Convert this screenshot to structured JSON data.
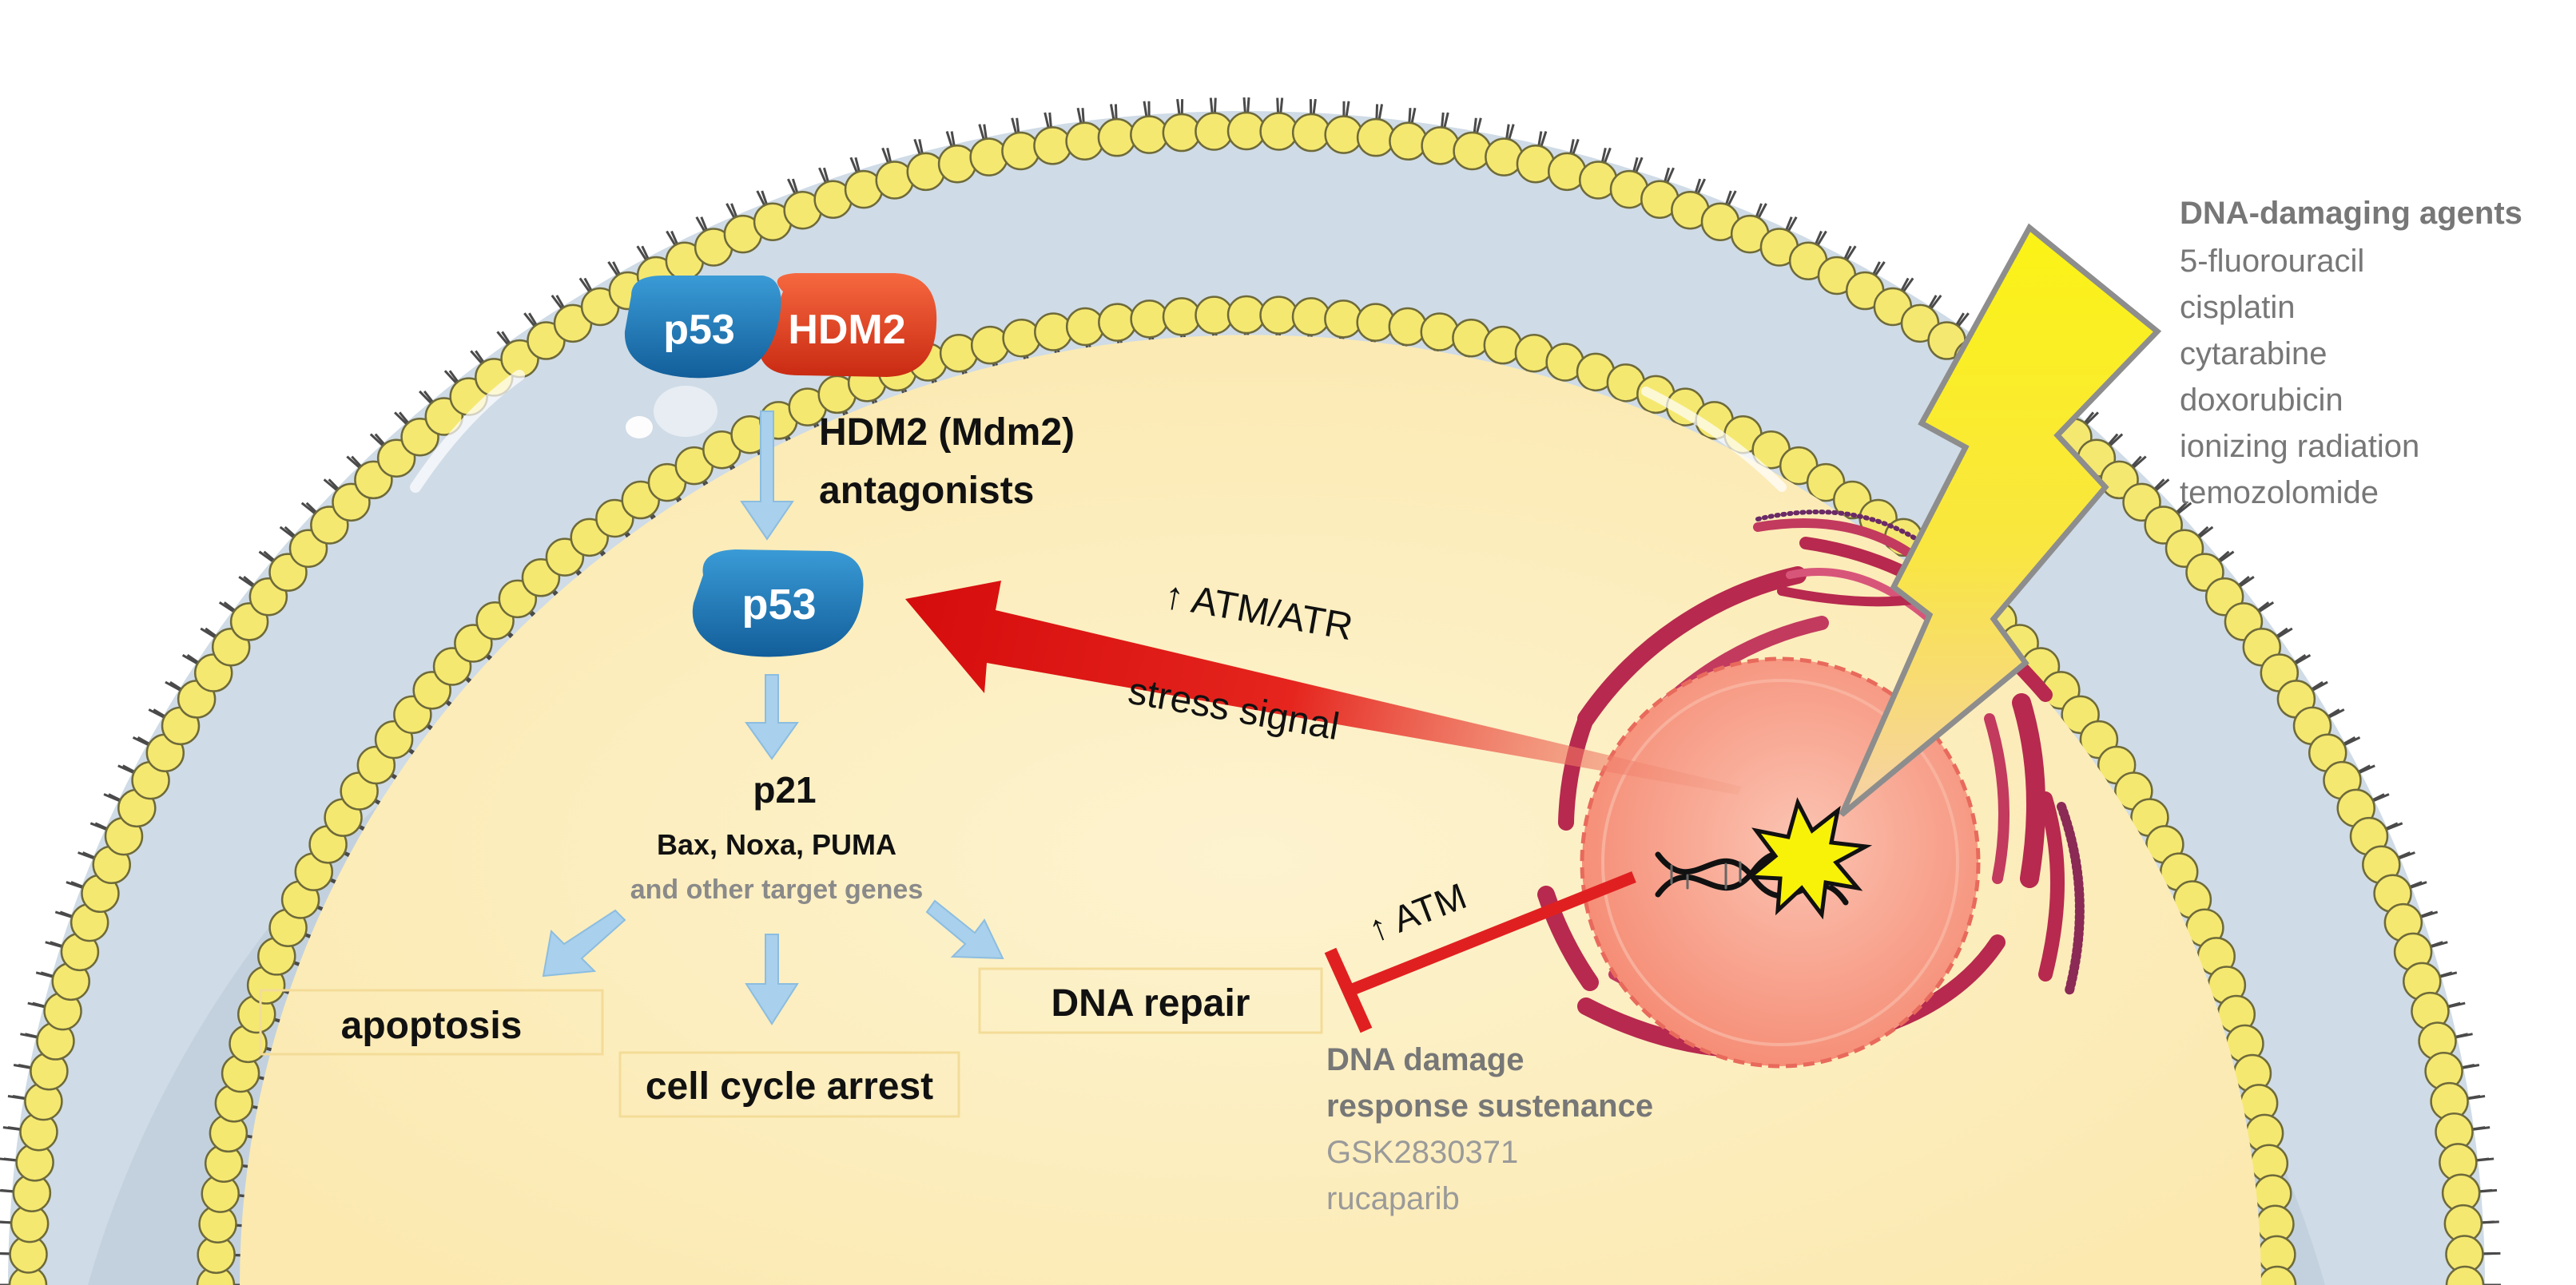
{
  "complex": {
    "p53": "p53",
    "hdm2": "HDM2"
  },
  "free_p53": "p53",
  "antagonists": {
    "line1": "HDM2 (Mdm2)",
    "line2": "antagonists"
  },
  "targets": {
    "p21": "p21",
    "genes": "Bax, Noxa, PUMA",
    "other": "and other target genes"
  },
  "outcomes": {
    "apoptosis": "apoptosis",
    "arrest": "cell cycle arrest",
    "repair": "DNA repair"
  },
  "stress_arrow": {
    "line1": "↑ ATM/ATR",
    "line2": "stress signal"
  },
  "atm_inhibit": {
    "label": "↑ ATM"
  },
  "damaging_agents": {
    "title": "DNA-damaging agents",
    "items": [
      "5-fluorouracil",
      "cisplatin",
      "cytarabine",
      "doxorubicin",
      "ionizing radiation",
      "temozolomide"
    ]
  },
  "ddr": {
    "title1": "DNA damage",
    "title2": "response sustenance",
    "items": [
      "GSK2830371",
      "rucaparib"
    ]
  },
  "colors": {
    "p53": "#1f78b4",
    "hdm2": "#e8401c",
    "stress_arrow": "#e01010",
    "inhibition": "#e02020",
    "membrane_head": "#f5e870",
    "membrane_band": "#cfdbe6",
    "cytoplasm": "#fdf0c4",
    "nucleus": "#f4917a",
    "er": "#b7294e",
    "lightning": "#f9ee12",
    "flow_arrow": "#a9d0ec",
    "grey_text": "#777777"
  }
}
